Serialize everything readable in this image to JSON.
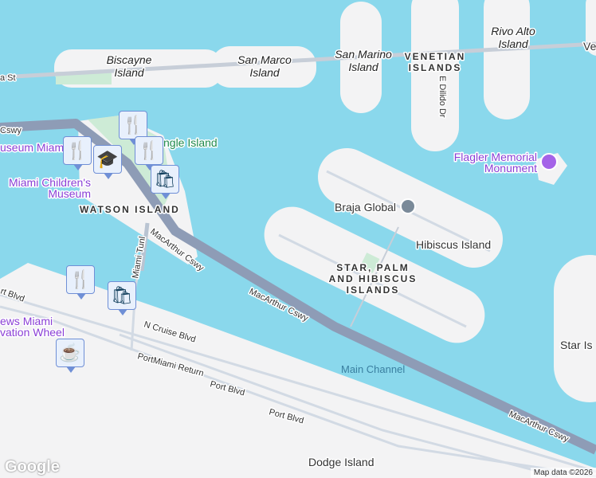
{
  "colors": {
    "water": "#8ad8ec",
    "land": "#f3f3f4",
    "park": "#cdebd6",
    "causeway": "#8e9cb6",
    "road": "#cfd8e3",
    "poi": "#8a3fd6",
    "pin": "#14415e"
  },
  "labels": {
    "biscayne": [
      "Biscayne",
      "Island"
    ],
    "san_marco": [
      "San Marco",
      "Island"
    ],
    "san_marino": [
      "San Marino",
      "Island"
    ],
    "venetian": [
      "VENETIAN",
      "ISLANDS"
    ],
    "rivo_alto": [
      "Rivo Alto",
      "Island"
    ],
    "venetian_partial": "Ve",
    "e_dilido": "E Dilido Dr",
    "flagler": [
      "Flagler Memorial",
      "Monument"
    ],
    "braja": "Braja Global",
    "hibiscus": "Hibiscus Island",
    "star_palm": [
      "STAR, PALM",
      "AND HIBISCUS",
      "ISLANDS"
    ],
    "star_partial": "Star Is",
    "main_channel": "Main Channel",
    "macarthur1": "MacArthur Cswy",
    "macarthur2": "MacArthur Cswy",
    "macarthur3": "MacArthur Cswy",
    "cswy_left": "Cswy",
    "st_left": "a St",
    "museum": "useum Miami",
    "childrens": [
      "Miami Children's",
      "Museum"
    ],
    "jungle": "ngle Island",
    "watson": "WATSON ISLAND",
    "miami_tunl": "Miami Tunl",
    "port_blvd_left": "rt Blvd",
    "skyviews": [
      "ews Miami",
      "vation Wheel"
    ],
    "n_cruise": "N Cruise Blvd",
    "portmiami_return": "PortMiami Return",
    "port_blvd1": "Port Blvd",
    "port_blvd2": "Port Blvd",
    "dodge": "Dodge Island"
  },
  "pins": [
    {
      "type": "restaurant-icon",
      "glyph": "🍴"
    },
    {
      "type": "restaurant-icon",
      "glyph": "🍴"
    },
    {
      "type": "restaurant-icon",
      "glyph": "🍴"
    },
    {
      "type": "education-icon",
      "glyph": "🎓"
    },
    {
      "type": "shopping-icon",
      "glyph": "🛍"
    },
    {
      "type": "restaurant-icon",
      "glyph": "🍴"
    },
    {
      "type": "shopping-icon",
      "glyph": "🛍"
    },
    {
      "type": "coffee-icon",
      "glyph": "☕"
    }
  ],
  "footer": {
    "logo": "Google",
    "attribution": "Map data ©2026"
  }
}
